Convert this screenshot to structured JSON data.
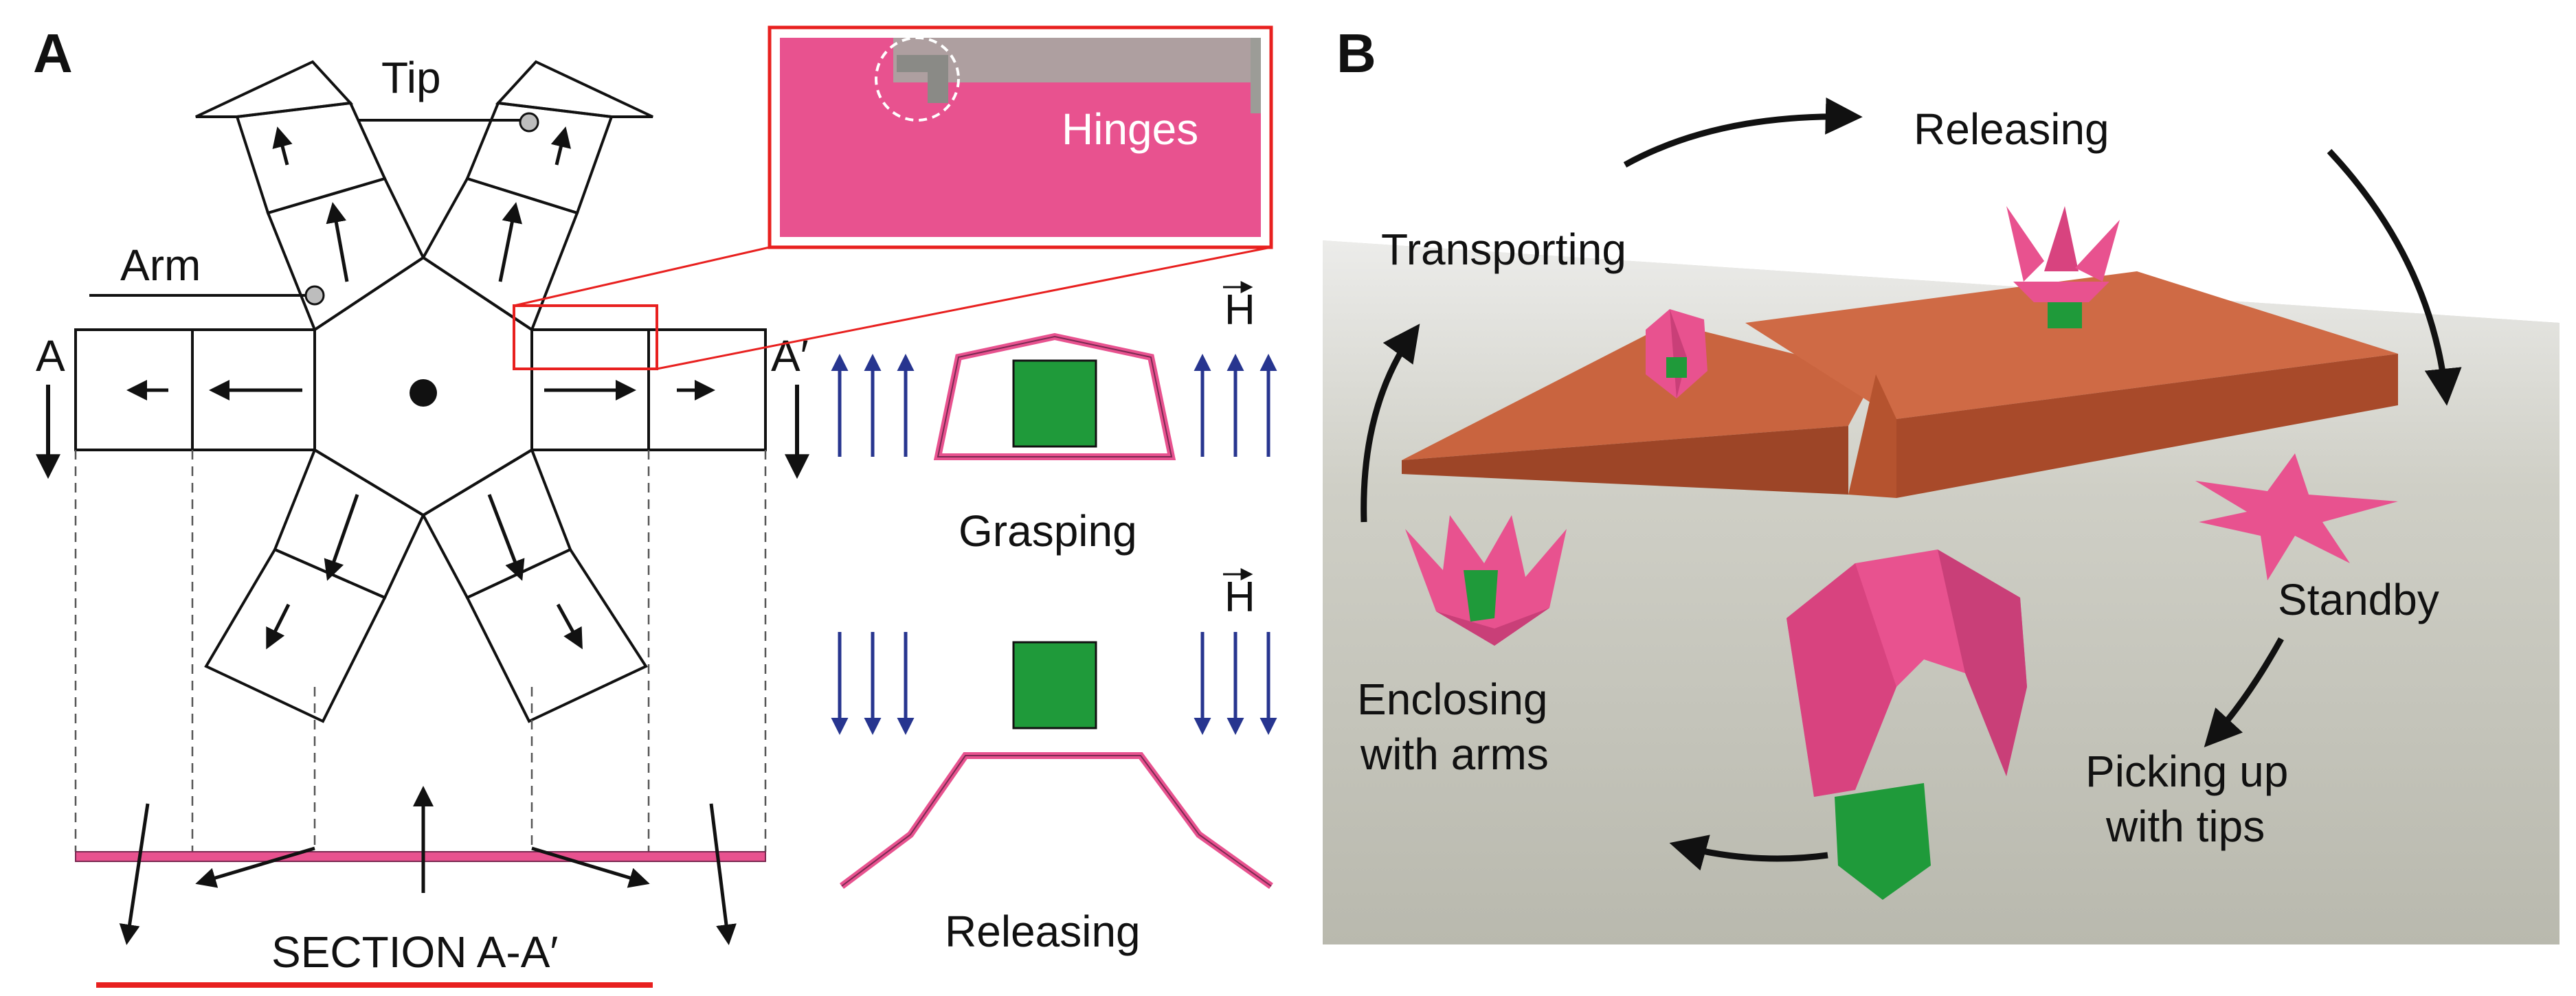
{
  "panel_a": {
    "label": "A",
    "tip_label": "Tip",
    "arm_label": "Arm",
    "inset_label": "Hinges",
    "section_left": "A",
    "section_right": "A′",
    "section_caption": "SECTION A-A′",
    "grasping_label": "Grasping",
    "releasing_label": "Releasing",
    "field_label": "H"
  },
  "panel_b": {
    "label": "B",
    "stages": {
      "releasing": "Releasing",
      "transporting": "Transporting",
      "standby": "Standby",
      "enclosing_line1": "Enclosing",
      "enclosing_line2": "with arms",
      "picking_line1": "Picking up",
      "picking_line2": "with tips"
    }
  },
  "colors": {
    "magenta": "#e8528f",
    "green": "#1f9a3a",
    "field_arrow": "#27358f",
    "red_outline": "#e8201f",
    "platform": "#c9643f",
    "floor": "#c5c5bb"
  }
}
